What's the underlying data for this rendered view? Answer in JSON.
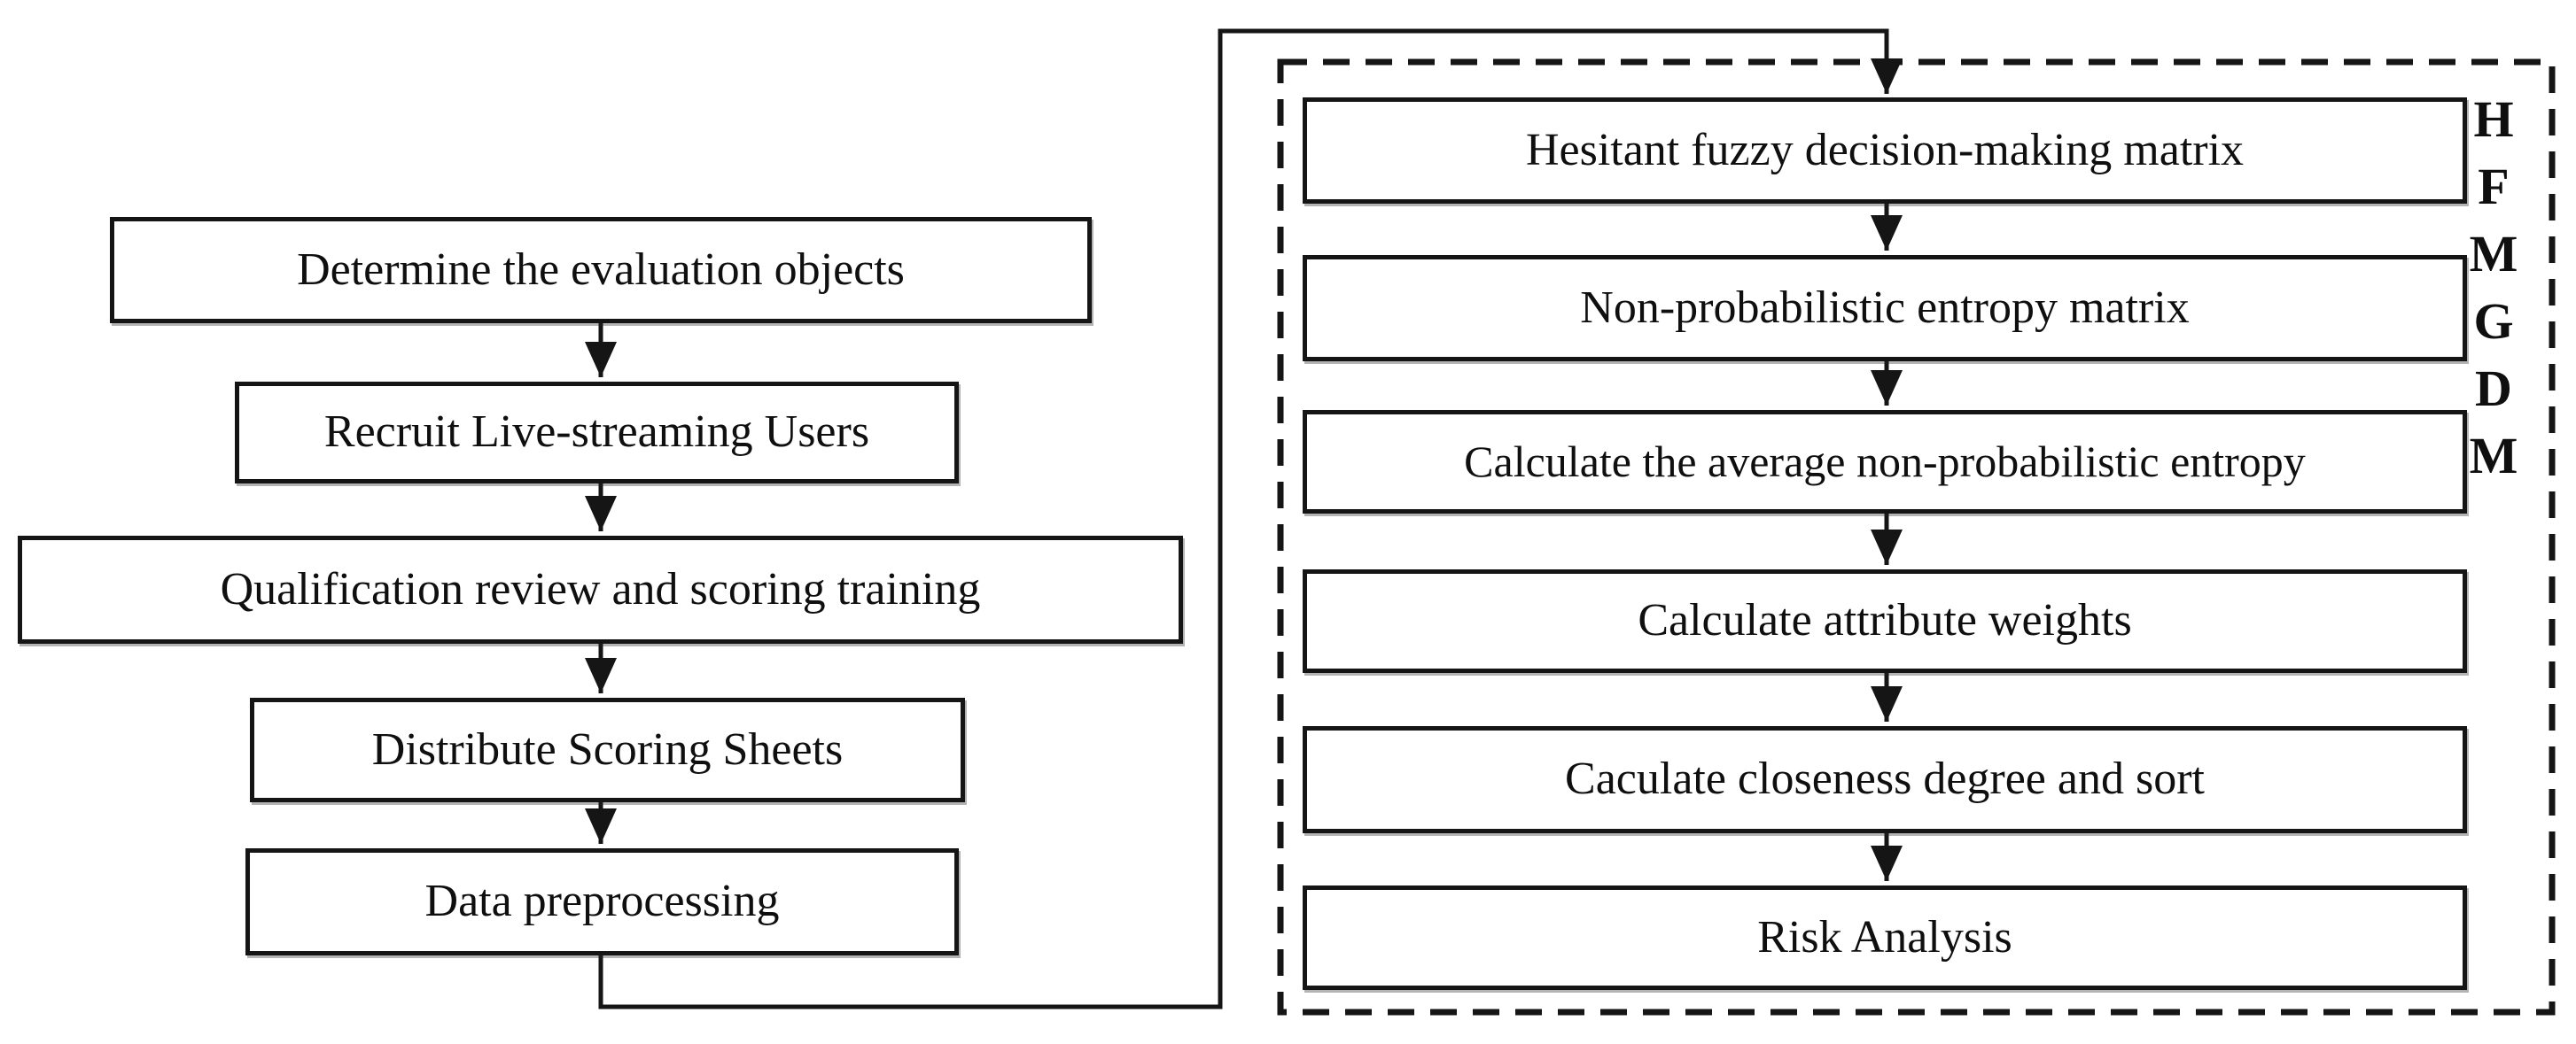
{
  "figure": {
    "type": "flowchart",
    "background_color": "#ffffff",
    "line_color": "#151515",
    "text_color": "#0f0f0f"
  },
  "left_column": {
    "boxes": [
      {
        "label": "Determine the evaluation objects"
      },
      {
        "label": "Recruit Live-streaming Users"
      },
      {
        "label": "Qualification review and scoring training"
      },
      {
        "label": "Distribute Scoring Sheets"
      },
      {
        "label": "Data preprocessing"
      }
    ]
  },
  "right_panel": {
    "boxes": [
      {
        "label": "Hesitant fuzzy decision-making matrix"
      },
      {
        "label": "Non-probabilistic entropy matrix"
      },
      {
        "label": "Calculate the average non-probabilistic entropy"
      },
      {
        "label": "Calculate attribute weights"
      },
      {
        "label": "Caculate closeness degree and sort"
      },
      {
        "label": "Risk Analysis"
      }
    ],
    "side_letters": [
      "H",
      "F",
      "M",
      "G",
      "D",
      "M"
    ]
  }
}
